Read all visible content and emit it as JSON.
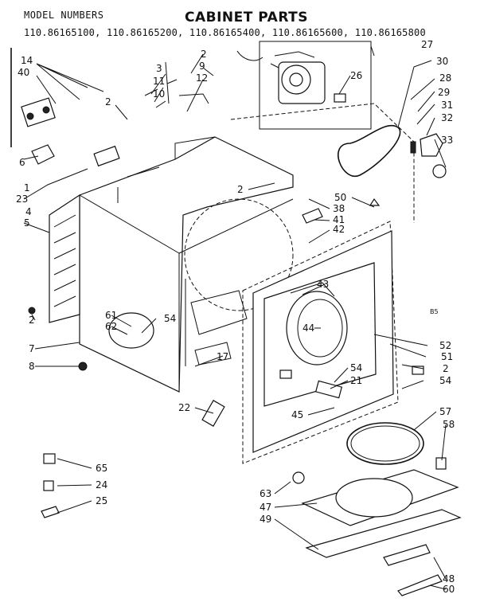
{
  "header": {
    "model_numbers_label": "MODEL NUMBERS",
    "model_numbers": "110.86165100, 110.86165200, 110.86165400, 110.86165600, 110.86165800",
    "title": "CABINET PARTS"
  },
  "callouts": {
    "c2": "2",
    "c3": "3",
    "c4": "4",
    "c5": "5",
    "c6": "6",
    "c7": "7",
    "c8": "8",
    "c9": "9",
    "c10": "10",
    "c11": "11",
    "c12": "12",
    "c14": "14",
    "c17": "17",
    "c1": "1",
    "c21": "21",
    "c22": "22",
    "c23": "23",
    "c24": "24",
    "c25": "25",
    "c26": "26",
    "c27": "27",
    "c28": "28",
    "c29": "29",
    "c30": "30",
    "c31": "31",
    "c32": "32",
    "c33": "33",
    "c38": "38",
    "c40": "40",
    "c41": "41",
    "c42": "42",
    "c43": "43",
    "c44": "44",
    "c45": "45",
    "c47": "47",
    "c48": "48",
    "c49": "49",
    "c50": "50",
    "c51": "51",
    "c52": "52",
    "c54": "54",
    "c57": "57",
    "c58": "58",
    "c60": "60",
    "c61": "61",
    "c62": "62",
    "c63": "63",
    "c65": "65",
    "ref_b5": "B5"
  }
}
